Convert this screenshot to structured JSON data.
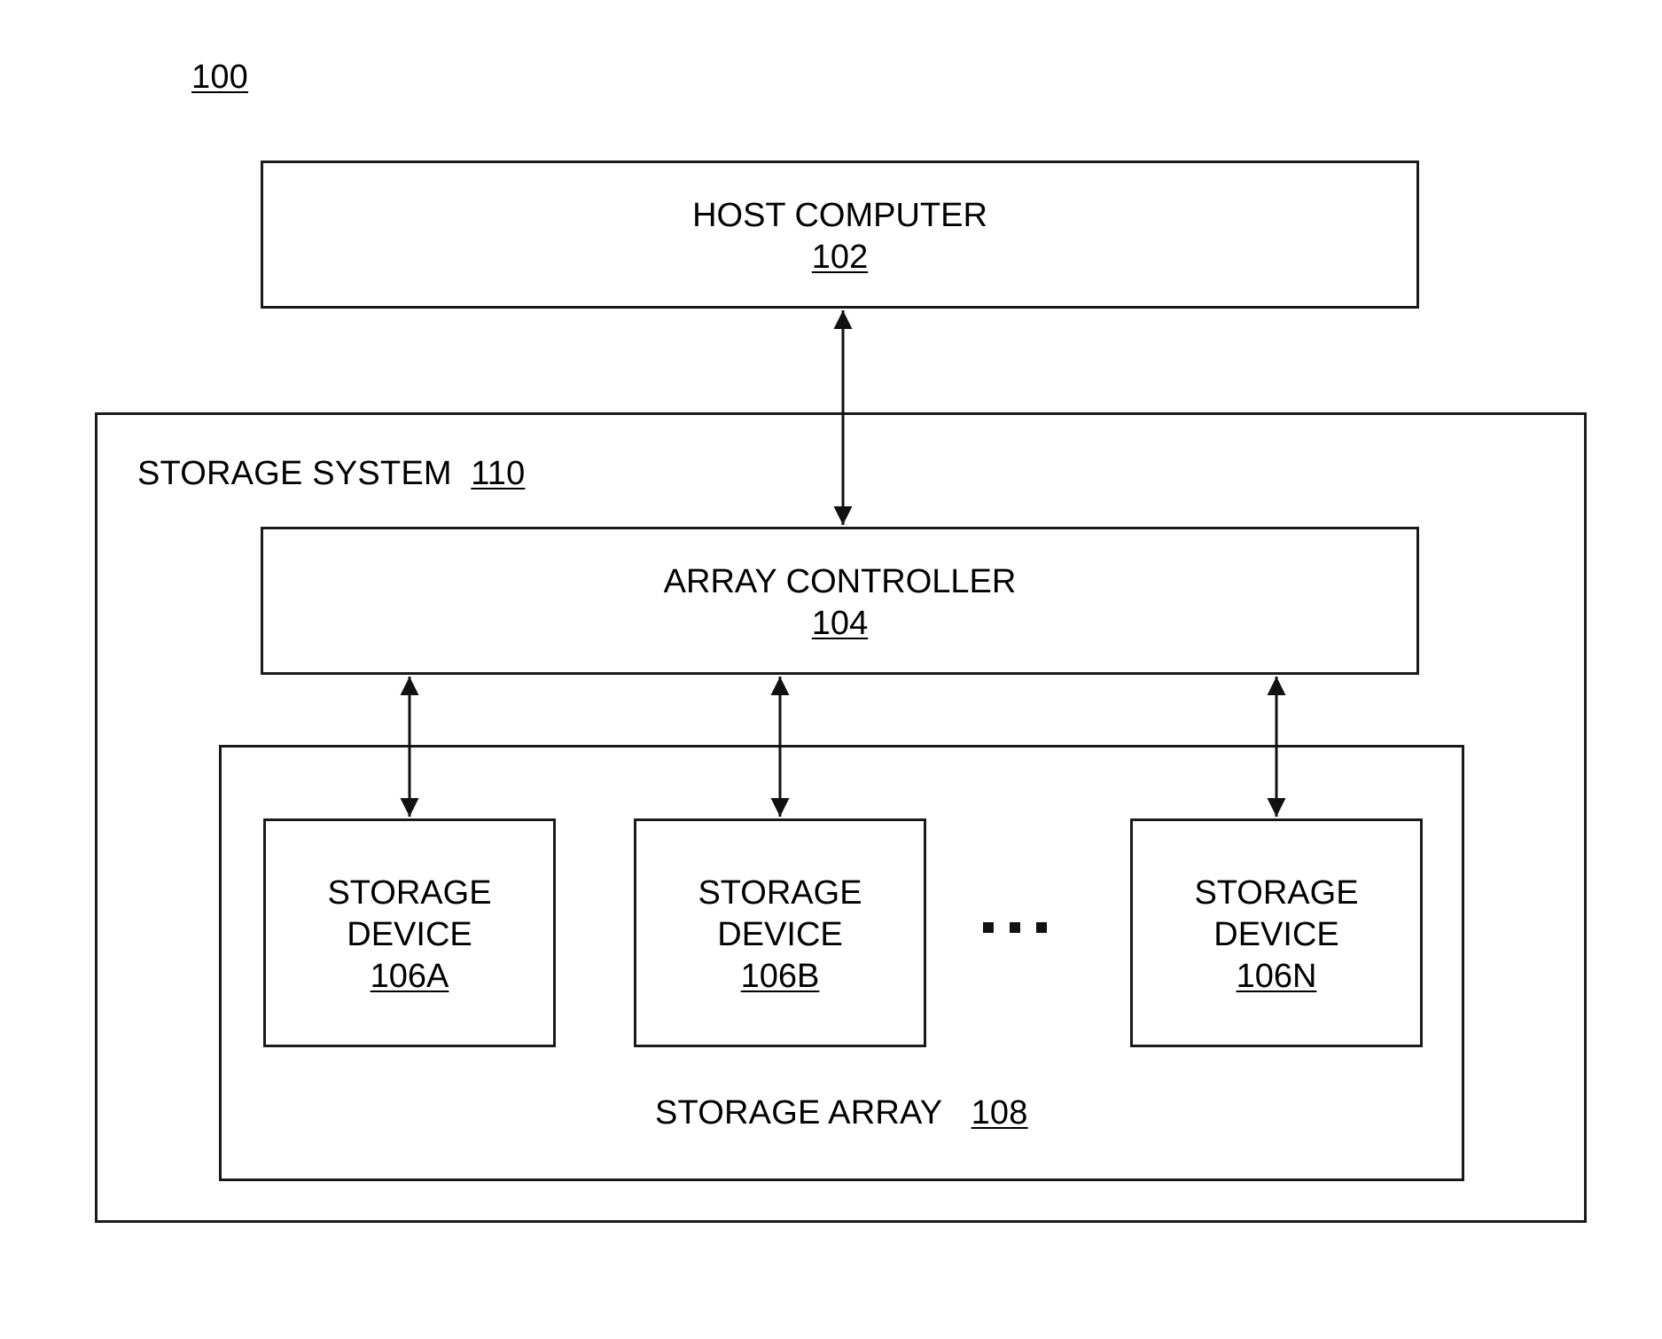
{
  "figure_ref": "100",
  "host_computer": {
    "title": "HOST COMPUTER",
    "ref": "102"
  },
  "storage_system": {
    "title": "STORAGE SYSTEM",
    "ref": "110"
  },
  "array_controller": {
    "title": "ARRAY CONTROLLER",
    "ref": "104"
  },
  "storage_array": {
    "title": "STORAGE ARRAY",
    "ref": "108"
  },
  "storage_devices": [
    {
      "line1": "STORAGE",
      "line2": "DEVICE",
      "ref": "106A"
    },
    {
      "line1": "STORAGE",
      "line2": "DEVICE",
      "ref": "106B"
    },
    {
      "line1": "STORAGE",
      "line2": "DEVICE",
      "ref": "106N"
    }
  ]
}
